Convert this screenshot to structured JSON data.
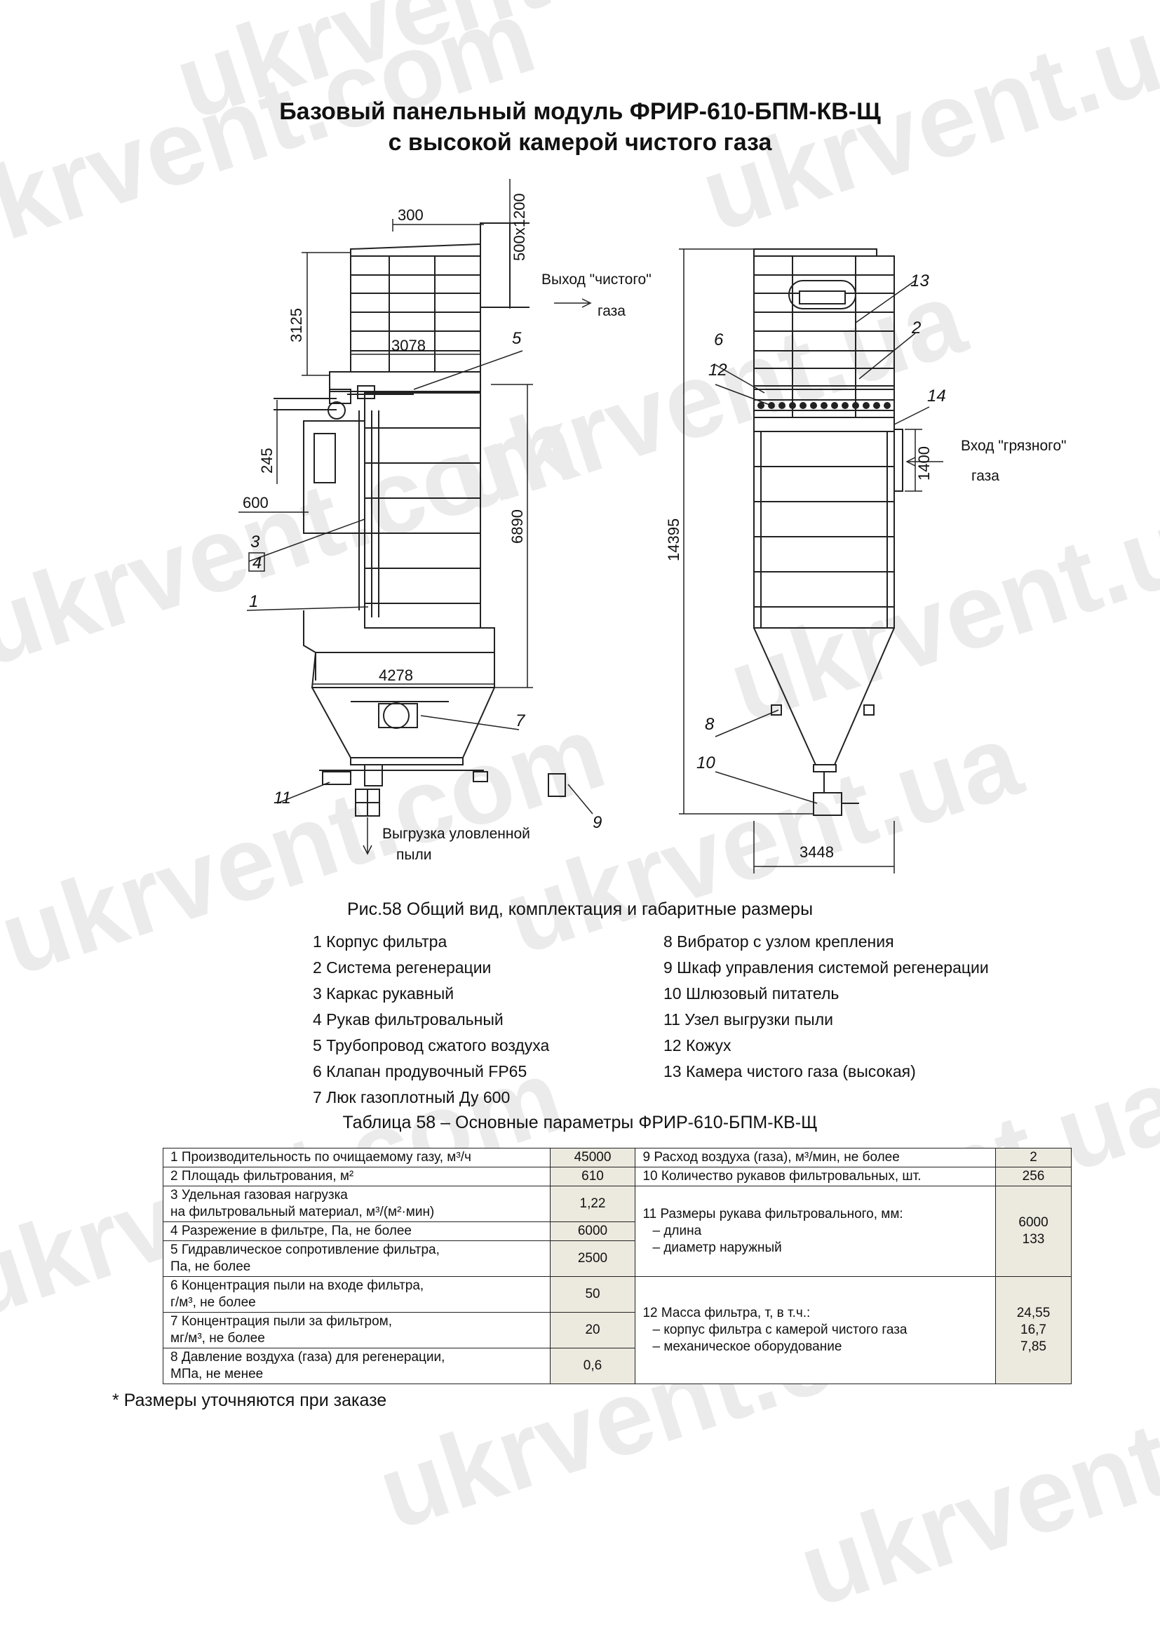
{
  "watermarks": [
    "ukrvent.com",
    "ukrvent.ua",
    "ukrvent.com",
    "ukrvent.ua",
    "ukrvent.com",
    "ukrvent.ua",
    "ukrvent.com",
    "ukrvent.ua",
    "ukrvent.com",
    "ukrvent.ua",
    "ukrvent.com",
    "ukrvent.ua"
  ],
  "title": {
    "line1": "Базовый панельный модуль ФРИР-610-БПМ-КВ-Щ",
    "line2": "с высокой камерой чистого газа"
  },
  "drawing": {
    "dims": {
      "d300": "300",
      "d500x1200": "500х1200",
      "d3125": "3125",
      "d3078": "3078",
      "d245": "245",
      "d600": "600",
      "d6890": "6890",
      "d4278": "4278",
      "d14395": "14395",
      "d1400": "1400",
      "d3448": "3448"
    },
    "flows": {
      "clean_out_1": "Выход \"чистого\"",
      "clean_out_2": "газа",
      "dirty_in_1": "Вход \"грязного\"",
      "dirty_in_2": "газа",
      "dust_out_1": "Выгрузка уловленной",
      "dust_out_2": "пыли"
    },
    "callouts": {
      "c1": "1",
      "c2": "2",
      "c3": "3",
      "c4": "4",
      "c5": "5",
      "c6": "6",
      "c7": "7",
      "c8": "8",
      "c9": "9",
      "c10": "10",
      "c11": "11",
      "c12": "12",
      "c13": "13",
      "c14": "14"
    }
  },
  "figure_caption": "Рис.58 Общий вид, комплектация и габаритные размеры",
  "legend_left": [
    "1  Корпус фильтра",
    "2  Система регенерации",
    "3  Каркас рукавный",
    "4  Рукав фильтровальный",
    "5 Трубопровод сжатого воздуха",
    "6  Клапан продувочный FP65",
    "7  Люк газоплотный Ду 600"
  ],
  "legend_right": [
    "8  Вибратор с узлом крепления",
    "9  Шкаф управления  системой регенерации",
    "10  Шлюзовый питатель",
    "11  Узел выгрузки пыли",
    "12  Кожух",
    "13  Камера чистого газа (высокая)"
  ],
  "table_caption": "Таблица 58  –  Основные параметры ФРИР-610-БПМ-КВ-Щ",
  "table": {
    "r1_label": "1 Производительность  по очищаемому газу, м³/ч",
    "r1_value": "45000",
    "r2_label": "2  Площадь фильтрования, м²",
    "r2_value": "610",
    "r3_label_1": "3  Удельная газовая нагрузка",
    "r3_label_2": "на фильтровальный материал, м³/(м²·мин)",
    "r3_value": "1,22",
    "r4_label": "4  Разрежение в фильтре, Па, не более",
    "r4_value": "6000",
    "r5_label_1": "5  Гидравлическое сопротивление фильтра,",
    "r5_label_2": "Па, не более",
    "r5_value": "2500",
    "r6_label_1": "6  Концентрация пыли на входе фильтра,",
    "r6_label_2": "г/м³, не более",
    "r6_value": "50",
    "r7_label_1": "7  Концентрация пыли за фильтром,",
    "r7_label_2": "мг/м³,  не более",
    "r7_value": "20",
    "r8_label_1": "8  Давление воздуха (газа) для регенерации,",
    "r8_label_2": "МПа, не менее",
    "r8_value": "0,6",
    "r9_label": "9   Расход воздуха (газа), м³/мин, не более",
    "r9_value": "2",
    "r10_label": "10  Количество рукавов фильтровальных, шт.",
    "r10_value": "256",
    "r11_label_1": "11  Размеры рукава фильтровального, мм:",
    "r11_label_2": "–  длина",
    "r11_label_3": "–  диаметр наружный",
    "r11_value_1": "6000",
    "r11_value_2": "133",
    "r12_label_1": "12  Масса фильтра, т,  в т.ч.:",
    "r12_label_2": "–   корпус фильтра с камерой  чистого  газа",
    "r12_label_3": "–   механическое оборудование",
    "r12_value_1": "24,55",
    "r12_value_2": "16,7",
    "r12_value_3": "7,85"
  },
  "footnote": "* Размеры уточняются при заказе"
}
